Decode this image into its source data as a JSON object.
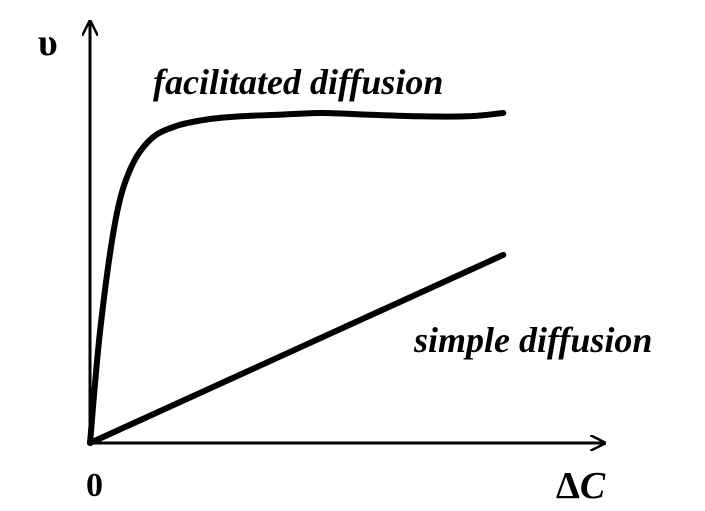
{
  "chart_data": {
    "type": "line",
    "ylabel": "υ",
    "xlabel_prefix": "Δ",
    "xlabel_var": "C",
    "origin_label": "0",
    "series": [
      {
        "name": "facilitated diffusion",
        "color": "#000000",
        "x": [
          0,
          2,
          5,
          8,
          12,
          17,
          23,
          30,
          38,
          46,
          55,
          65,
          75,
          82
        ],
        "y": [
          0,
          34,
          67,
          83,
          92,
          96,
          98,
          99,
          99.5,
          100,
          99.5,
          99,
          99,
          100
        ]
      },
      {
        "name": "simple diffusion",
        "color": "#000000",
        "x": [
          0,
          82
        ],
        "y": [
          0,
          57
        ]
      }
    ],
    "xlim": [
      0,
      100
    ],
    "ylim": [
      0,
      100
    ],
    "grid": false,
    "legend": "none",
    "axis_color": "#000000"
  }
}
